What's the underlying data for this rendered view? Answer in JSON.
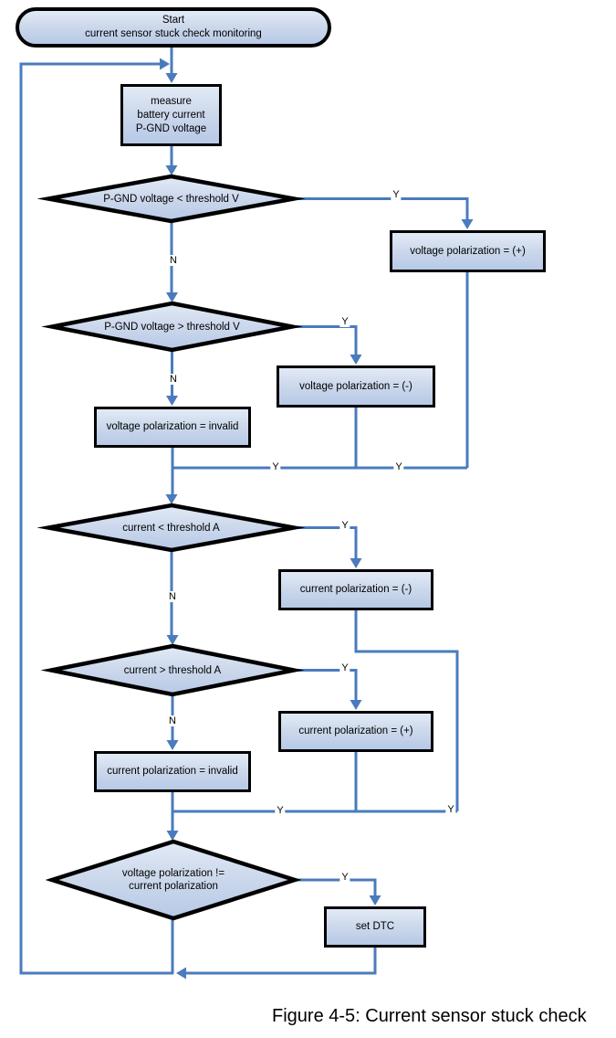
{
  "nodes": {
    "start": {
      "line1": "Start",
      "line2": "current sensor stuck check monitoring"
    },
    "measure": {
      "line1": "measure",
      "line2": "battery current",
      "line3": "P-GND voltage"
    },
    "decision_voltage_low": {
      "label": "P-GND voltage < threshold V"
    },
    "voltage_plus": {
      "label": "voltage polarization = (+)"
    },
    "decision_voltage_high": {
      "label": "P-GND voltage > threshold V"
    },
    "voltage_minus": {
      "label": "voltage polarization = (-)"
    },
    "voltage_invalid": {
      "label": "voltage polarization = invalid"
    },
    "decision_current_low": {
      "label": "current < threshold A"
    },
    "current_minus": {
      "label": "current polarization = (-)"
    },
    "decision_current_high": {
      "label": "current > threshold A"
    },
    "current_plus": {
      "label": "current polarization = (+)"
    },
    "current_invalid": {
      "label": "current polarization = invalid"
    },
    "decision_mismatch": {
      "line1": "voltage polarization !=",
      "line2": "current polarization"
    },
    "set_dtc": {
      "label": "set DTC"
    }
  },
  "labels": {
    "yes": "Y",
    "no": "N"
  },
  "caption": {
    "text": "Figure 4-5: Current sensor stuck check"
  },
  "colors": {
    "connector": "#4a7bbd",
    "node_border": "#000000",
    "node_fill_top": "#e2eaf6",
    "node_fill_bottom": "#b7c9e6",
    "text": "#000000"
  }
}
